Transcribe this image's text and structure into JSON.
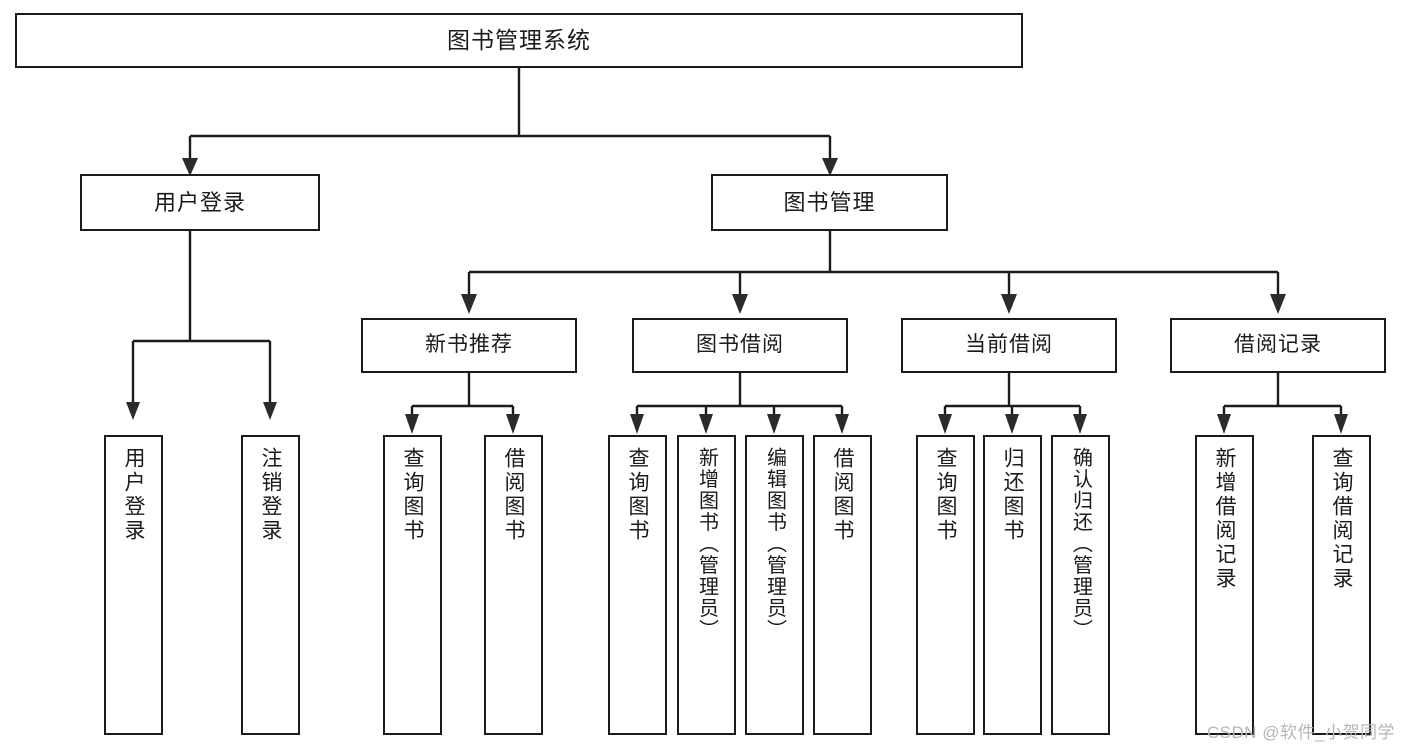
{
  "diagram": {
    "title": "图书管理系统",
    "type": "tree",
    "watermark": "CSDN @软件_小贺同学",
    "colors": {
      "stroke": "#1b1b1b",
      "fill": "#ffffff",
      "text": "#1b1b1b",
      "watermark": "#b6b6b6",
      "background": "#ffffff"
    },
    "root": {
      "label": "图书管理系统"
    },
    "level1": [
      {
        "label": "用户登录"
      },
      {
        "label": "图书管理"
      }
    ],
    "level2": [
      {
        "label": "新书推荐"
      },
      {
        "label": "图书借阅"
      },
      {
        "label": "当前借阅"
      },
      {
        "label": "借阅记录"
      }
    ],
    "leaves": {
      "user_login": [
        {
          "label": "用户登录"
        },
        {
          "label": "注销登录"
        }
      ],
      "new_book_recommend": [
        {
          "label": "查询图书"
        },
        {
          "label": "借阅图书"
        }
      ],
      "book_borrow": [
        {
          "label": "查询图书"
        },
        {
          "label": "新增图书（管理员）"
        },
        {
          "label": "编辑图书（管理员）"
        },
        {
          "label": "借阅图书"
        }
      ],
      "current_borrow": [
        {
          "label": "查询图书"
        },
        {
          "label": "归还图书"
        },
        {
          "label": "确认归还（管理员）"
        }
      ],
      "borrow_record": [
        {
          "label": "新增借阅记录"
        },
        {
          "label": "查询借阅记录"
        }
      ]
    }
  }
}
